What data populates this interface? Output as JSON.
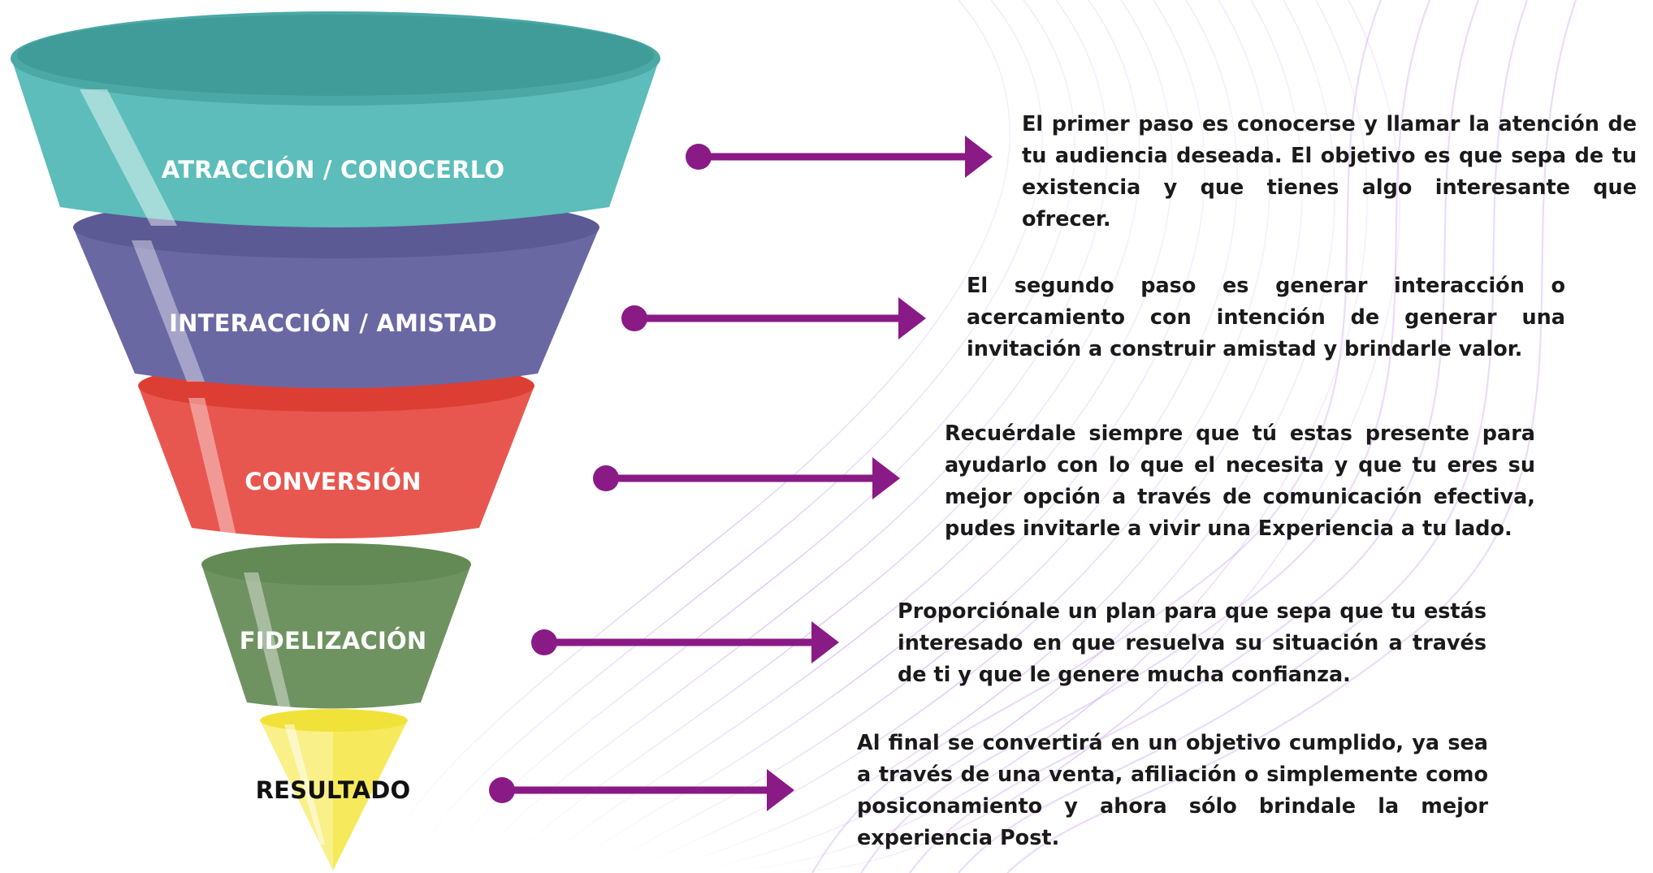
{
  "colors": {
    "arrow": "#8a1a86",
    "stage_1": "#5cbdba",
    "stage_2": "#6a68a3",
    "stage_3": "#e8574f",
    "stage_4": "#6f9261",
    "stage_5": "#f8eb6a",
    "background_swirl": "#c9a4ef"
  },
  "stages": [
    {
      "label": "ATRACCIÓN / CONOCERLO",
      "description": "El primer paso es conocerse y llamar la atención de tu audiencia deseada. El objetivo es que sepa de tu existencia y que tienes algo interesante que ofrecer."
    },
    {
      "label": "INTERACCIÓN / AMISTAD",
      "description": "El segundo paso es generar interacción o acercamiento con intención de generar una invitación a construir amistad y brindarle  valor."
    },
    {
      "label": "CONVERSIÓN",
      "description": "Recuérdale siempre que tú estas presente para ayudarlo con lo que el necesita y que tu eres su mejor opción a través de comunicación efectiva, pudes invitarle a vivir una Experiencia a tu lado."
    },
    {
      "label": "FIDELIZACIÓN",
      "description": "Proporciónale un plan para que sepa que tu estás interesado en que resuelva su situación a través de ti y que le genere mucha confianza."
    },
    {
      "label": "RESULTADO",
      "description": "Al final se convertirá en un objetivo cumplido, ya sea a través de una venta, afiliación o simplemente como posiconamiento y ahora sólo brindale la mejor experiencia Post."
    }
  ]
}
